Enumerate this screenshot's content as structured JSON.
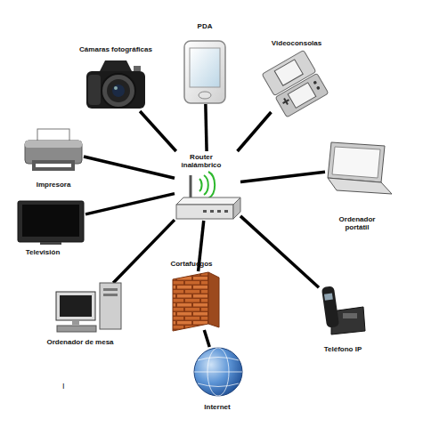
{
  "diagram": {
    "nodes": [
      {
        "text": [
          "PDA"
        ]
      },
      {
        "text": [
          "Cámaras fotográficas"
        ]
      },
      {
        "text": [
          "Videoconsolas"
        ]
      },
      {
        "text": [
          "Router inalámbrico"
        ]
      },
      {
        "text": [
          "Impresora"
        ]
      },
      {
        "text": [
          "Ordenador portátil"
        ]
      },
      {
        "text": [
          "Televisión"
        ]
      },
      {
        "text": [
          "Cortafuegos"
        ]
      },
      {
        "text": [
          "Ordenador de mesa"
        ]
      },
      {
        "text": [
          "Teléfono IP"
        ]
      },
      {
        "text": [
          "Internet"
        ]
      }
    ],
    "edges": [
      {
        "from": 3,
        "to": 0,
        "arrow": "none"
      },
      {
        "from": 3,
        "to": 1,
        "arrow": "none"
      },
      {
        "from": 3,
        "to": 2,
        "arrow": "none"
      },
      {
        "from": 3,
        "to": 4,
        "arrow": "none"
      },
      {
        "from": 3,
        "to": 5,
        "arrow": "none"
      },
      {
        "from": 3,
        "to": 6,
        "arrow": "none"
      },
      {
        "from": 3,
        "to": 7,
        "arrow": "none"
      },
      {
        "from": 3,
        "to": 8,
        "arrow": "none"
      },
      {
        "from": 3,
        "to": 9,
        "arrow": "none"
      },
      {
        "from": 7,
        "to": 10,
        "arrow": "none"
      }
    ],
    "labels": [
      "I"
    ]
  }
}
